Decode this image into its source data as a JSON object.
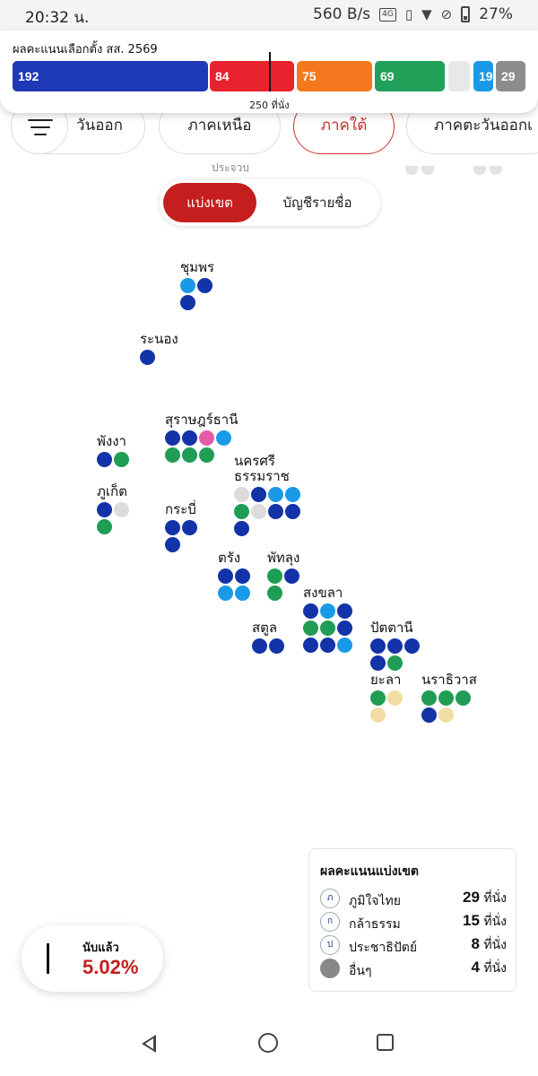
{
  "status_bar": {
    "time": "20:32 น.",
    "speed": "560 B/s",
    "battery": "27%"
  },
  "summary": {
    "title": "ผลคะแนนเลือกตั้ง สส. 2569",
    "majority_label": "250 ที่นั่ง",
    "segments": [
      {
        "label": "192",
        "color": "#1d39b6"
      },
      {
        "label": "84",
        "color": "#e8232d"
      },
      {
        "label": "75",
        "color": "#f5781e"
      },
      {
        "label": "69",
        "color": "#21a05a"
      },
      {
        "label": "",
        "color": "#e8e8e8"
      },
      {
        "label": "19",
        "color": "#1a9ae6"
      },
      {
        "label": "29",
        "color": "#8c8c8c"
      }
    ]
  },
  "region_tabs": {
    "east": "วันออก",
    "north": "ภาคเหนือ",
    "south": "ภาคใต้",
    "northeast": "ภาคตะวันออกเ"
  },
  "cut_province": "ประจวบ",
  "mode_toggle": {
    "district": "แบ่งเขต",
    "party_list": "บัญชีรายชื่อ"
  },
  "colors": {
    "navy": "#1333a8",
    "green": "#1f9d55",
    "lightblue": "#1a9ae6",
    "pink": "#e65aa6",
    "gray": "#dcdcdc",
    "cream": "#f2dea4"
  },
  "provinces": [
    {
      "name": "ชุมพร",
      "name2": "",
      "seats": [
        "lightblue",
        "navy",
        "navy"
      ]
    },
    {
      "name": "ระนอง",
      "name2": "",
      "seats": [
        "navy"
      ]
    },
    {
      "name": "สุราษฎร์ธานี",
      "name2": "",
      "seats": [
        "navy",
        "navy",
        "pink",
        "lightblue",
        "green",
        "green",
        "green"
      ]
    },
    {
      "name": "พังงา",
      "name2": "",
      "seats": [
        "navy",
        "green"
      ]
    },
    {
      "name": "นครศรี",
      "name2": "ธรรมราช",
      "seats": [
        "gray",
        "navy",
        "lightblue",
        "lightblue",
        "green",
        "gray",
        "navy",
        "navy",
        "navy"
      ]
    },
    {
      "name": "ภูเก็ต",
      "name2": "",
      "seats": [
        "navy",
        "gray",
        "green"
      ]
    },
    {
      "name": "กระบี่",
      "name2": "",
      "seats": [
        "navy",
        "navy",
        "navy"
      ]
    },
    {
      "name": "ตรัง",
      "name2": "",
      "seats": [
        "navy",
        "navy",
        "lightblue",
        "lightblue"
      ]
    },
    {
      "name": "พัทลุง",
      "name2": "",
      "seats": [
        "green",
        "navy",
        "green"
      ]
    },
    {
      "name": "สงขลา",
      "name2": "",
      "seats": [
        "navy",
        "lightblue",
        "navy",
        "green",
        "green",
        "navy",
        "navy",
        "navy",
        "lightblue"
      ]
    },
    {
      "name": "สตูล",
      "name2": "",
      "seats": [
        "navy",
        "navy"
      ]
    },
    {
      "name": "ปัตตานี",
      "name2": "",
      "seats": [
        "navy",
        "navy",
        "navy",
        "navy",
        "green"
      ]
    },
    {
      "name": "ยะลา",
      "name2": "",
      "seats": [
        "green",
        "cream",
        "cream"
      ]
    },
    {
      "name": "นราธิวาส",
      "name2": "",
      "seats": [
        "green",
        "green",
        "green",
        "navy",
        "cream"
      ]
    }
  ],
  "legend": {
    "title": "ผลคะแนนแบ่งเขต",
    "unit": "ที่นั่ง",
    "rows": [
      {
        "name": "ภูมิใจไทย",
        "seats": "29"
      },
      {
        "name": "กล้าธรรม",
        "seats": "15"
      },
      {
        "name": "ประชาธิปัตย์",
        "seats": "8"
      },
      {
        "name": "อื่นๆ",
        "seats": "4"
      }
    ]
  },
  "counted": {
    "label": "นับแล้ว",
    "value": "5.02%"
  }
}
